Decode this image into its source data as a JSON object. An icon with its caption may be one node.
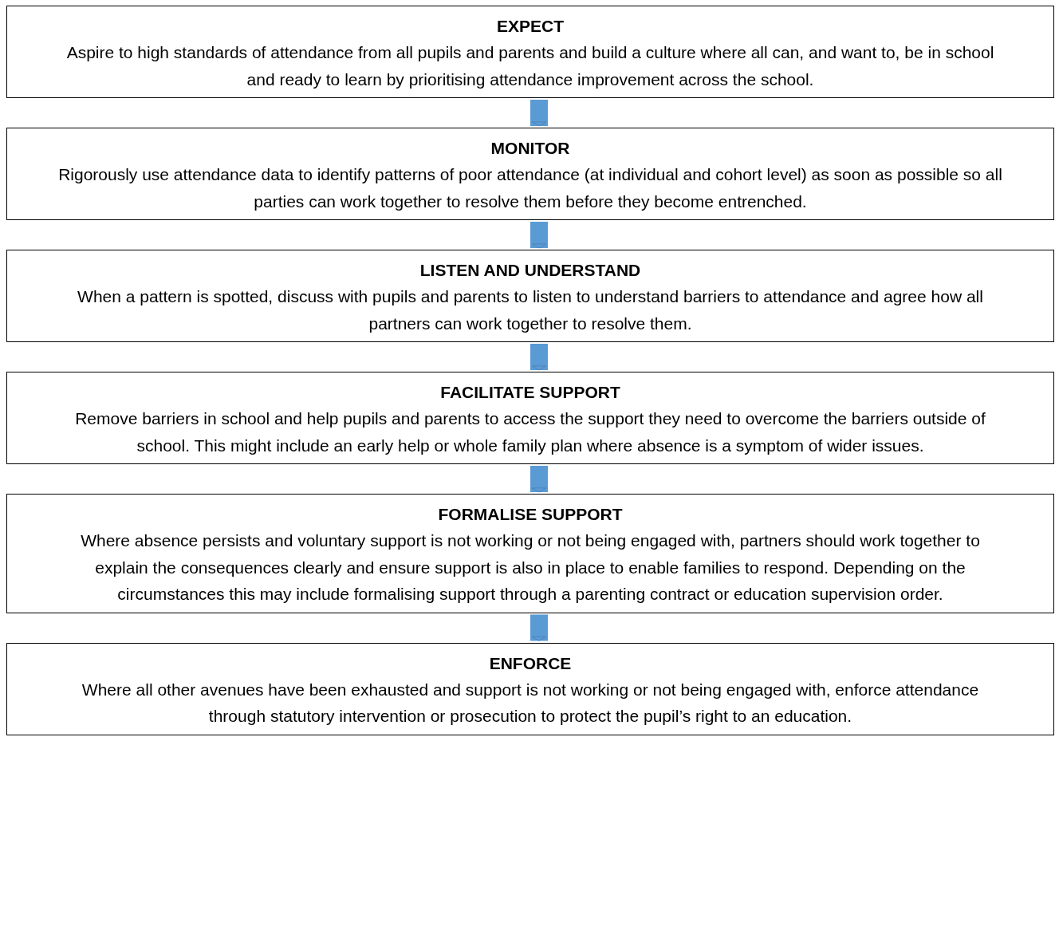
{
  "diagram": {
    "nodes": [
      {
        "text": [
          "EXPECT",
          "Aspire to high standards of attendance from all pupils and parents and build a culture where all can, and want to, be in school and ready to learn by prioritising attendance improvement across the school."
        ]
      },
      {
        "text": [
          "MONITOR",
          "Rigorously use attendance data to identify patterns of poor attendance (at individual and cohort level) as soon as possible so all parties can work together to resolve them before they become entrenched."
        ]
      },
      {
        "text": [
          "LISTEN AND UNDERSTAND",
          "When a pattern is spotted, discuss with pupils and parents to listen to understand barriers to attendance and agree how all partners can work together to resolve them."
        ]
      },
      {
        "text": [
          "FACILITATE SUPPORT",
          "Remove barriers in school and help pupils and parents to access the support they need to overcome the barriers outside of school. This might include an early help or whole family plan where absence is a symptom of wider issues."
        ]
      },
      {
        "text": [
          "FORMALISE SUPPORT",
          "Where absence persists and voluntary support is not working or not being engaged with, partners should work together to explain the consequences clearly and ensure support is also in place to enable families to respond. Depending on the circumstances this may include formalising support through a parenting contract or education supervision order."
        ]
      },
      {
        "text": [
          "ENFORCE",
          "Where all other avenues have been exhausted and support is not working or not being engaged with, enforce attendance through statutory intervention or prosecution to protect the pupil’s right to an education."
        ]
      }
    ],
    "edges": [
      {
        "from": 0,
        "to": 1,
        "arrow": "to"
      },
      {
        "from": 1,
        "to": 2,
        "arrow": "to"
      },
      {
        "from": 2,
        "to": 3,
        "arrow": "to"
      },
      {
        "from": 3,
        "to": 4,
        "arrow": "to"
      },
      {
        "from": 4,
        "to": 5,
        "arrow": "to"
      }
    ]
  }
}
